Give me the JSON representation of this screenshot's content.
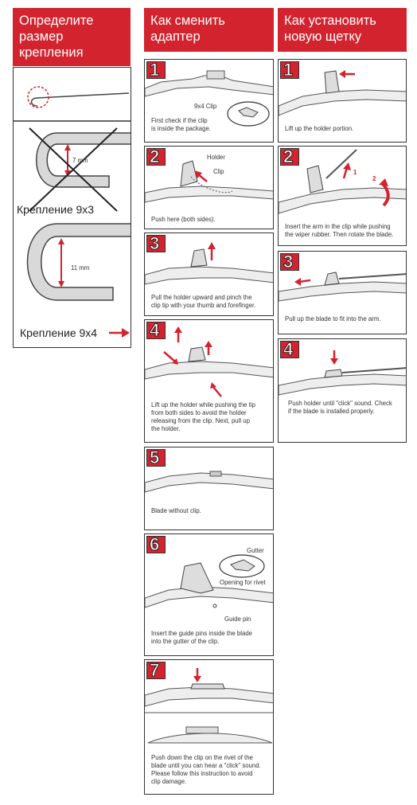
{
  "colors": {
    "accent": "#d2232f",
    "outline": "#333333",
    "blade": "#6a6a6a"
  },
  "headers": {
    "col1": "Определите\nразмер\nкрепления",
    "col2": "Как сменить\nадаптер",
    "col3": "Как установить\nновую щетку"
  },
  "size_panel": {
    "label_9x3": "Крепление 9x3",
    "label_9x4": "Крепление 9x4",
    "dim_7mm": "7 mm",
    "dim_11mm": "11 mm"
  },
  "adapter_steps": [
    {
      "num": "1",
      "caption": "First check if the clip\nis inside the package.",
      "labels": [
        "9x4 Clip"
      ]
    },
    {
      "num": "2",
      "caption": "Push here (both sides).",
      "labels": [
        "Holder",
        "Clip"
      ]
    },
    {
      "num": "3",
      "caption": "Pull the holder upward and pinch the\nclip tip with your thumb and forefinger.",
      "labels": []
    },
    {
      "num": "4",
      "caption": "Lift up the holder while pushing the tip\nfrom both sides to avoid the holder\nreleasing from the clip. Next, pull up\nthe holder.",
      "labels": []
    },
    {
      "num": "5",
      "caption": "Blade without clip.",
      "labels": []
    },
    {
      "num": "6",
      "caption": "Insert the guide pins inside the blade\ninto the gutter of the clip.",
      "labels": [
        "Gutter",
        "Opening for rivet",
        "Guide pin"
      ]
    },
    {
      "num": "7",
      "caption": "Push down the clip on the rivet of the\nblade until you can hear a \"click\" sound.\nPlease follow this instruction to avoid\nclip damage.",
      "labels": []
    }
  ],
  "install_steps": [
    {
      "num": "1",
      "caption": "Lift up the holder portion.",
      "labels": []
    },
    {
      "num": "2",
      "caption": "Insert the arm in the clip while pushing\nthe wiper rubber. Then rotate the blade.",
      "labels": [
        "1",
        "2"
      ]
    },
    {
      "num": "3",
      "caption": "Pull up the blade to fit into the arm.",
      "labels": []
    },
    {
      "num": "4",
      "caption": "Push holder until \"click\" sound. Check\nif the blade is installed properly.",
      "labels": []
    }
  ]
}
